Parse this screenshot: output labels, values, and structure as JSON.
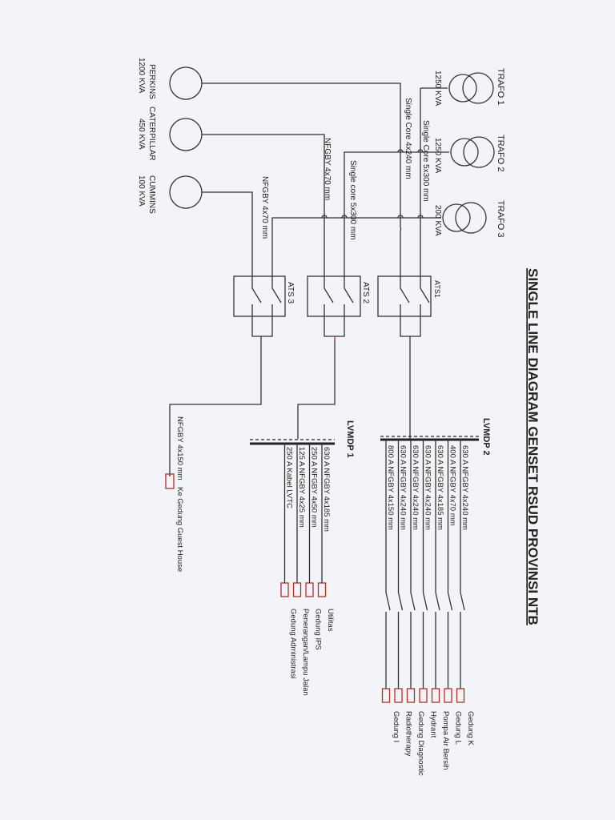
{
  "title": "SINGLE LINE DIAGRAM GENSET RSUD PROVINSI NTB",
  "trafos": [
    {
      "name": "TRAFO 1",
      "rating": "1250 KVA"
    },
    {
      "name": "TRAFO 2",
      "rating": "1250 KVA"
    },
    {
      "name": "TRAFO 3",
      "rating": "200 KVA"
    }
  ],
  "gensets": [
    {
      "name": "PERKINS",
      "rating": "1200 KVA"
    },
    {
      "name": "CATERPILLAR",
      "rating": "450 KVA"
    },
    {
      "name": "CUMMINS",
      "rating": "100 KVA"
    }
  ],
  "cables": {
    "single_core_4x240": "Single Core 4x240 mm",
    "single_core_5x300_a": "Single Core 5x300 mm",
    "single_core_5x300_b": "Single core 5x300 mm",
    "nfgby_4x70_a": "NFGBY 4x70 mm",
    "nfgby_4x70_b": "NFGBY 4x70 mm",
    "nfgby_4x150": "NFGBY 4x150 mm",
    "guest_house": "Ke Gedung Guest House"
  },
  "ats": [
    "ATS1",
    "ATS 2",
    "ATS 3"
  ],
  "lvmdp2": {
    "label": "LVMDP 2",
    "feeders": [
      {
        "cable": "630 A NFGBY 4x240 mm",
        "load": "Gedung K"
      },
      {
        "cable": "400 A NFGBY 4x70 mm",
        "load": "Gedung L"
      },
      {
        "cable": "630 A NFGBY 4x185 mm",
        "load": "Pompa Air Bersih"
      },
      {
        "cable": "630 A NFGBY 4x240 mm",
        "load": "Hydrant"
      },
      {
        "cable": "630 A NFGBY 4x240 mm",
        "load": "Gedung Diagnostic"
      },
      {
        "cable": "630 A NFGBY 4x240 mm",
        "load": "Radiotherapy"
      },
      {
        "cable": "800 A NFGBY 4x150 mm",
        "load": "Gedung I"
      }
    ]
  },
  "lvmdp1": {
    "label": "LVMDP 1",
    "feeders": [
      {
        "cable": "630 A NFGBY 4x185 mm",
        "load": "Utilitas"
      },
      {
        "cable": "250 A NFGBY 4x50 mm",
        "load": "Gedung IPS"
      },
      {
        "cable": "125 A NFGBY 4x25 mm",
        "load": "Penerangan/Lampu Jalan"
      },
      {
        "cable": "250 A Kabel LVTC",
        "load": "Gedung Administrasi"
      }
    ]
  }
}
